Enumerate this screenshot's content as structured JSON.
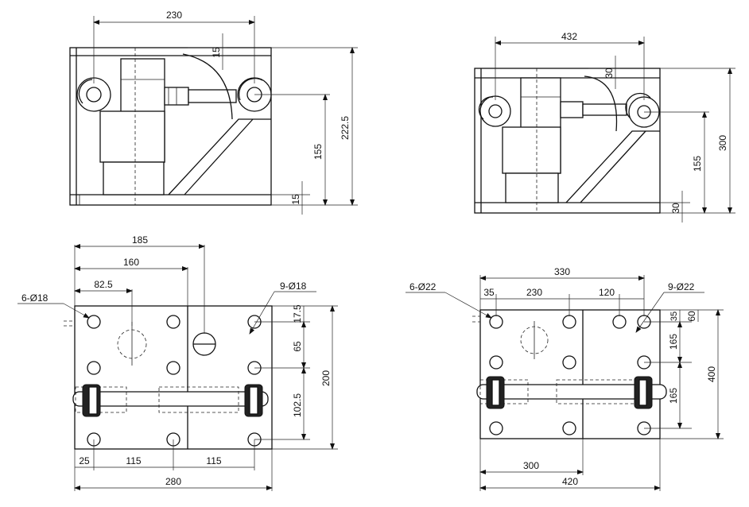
{
  "views": {
    "tl": {
      "d230": "230",
      "d15a": "15",
      "d155": "155",
      "d2225": "222.5",
      "d15b": "15"
    },
    "tr": {
      "d432": "432",
      "d30a": "30",
      "d155": "155",
      "d300": "300",
      "d30b": "30"
    },
    "bl": {
      "d185": "185",
      "d160": "160",
      "d825": "82.5",
      "hole6": "6-Ø18",
      "hole9": "9-Ø18",
      "d175": "17.5",
      "d65": "65",
      "d1025": "102.5",
      "d200": "200",
      "d25": "25",
      "d115a": "115",
      "d115b": "115",
      "d280": "280"
    },
    "br": {
      "d330": "330",
      "d35a": "35",
      "d230": "230",
      "d120": "120",
      "hole6": "6-Ø22",
      "hole9": "9-Ø22",
      "d35b": "35",
      "d60": "60",
      "d165a": "165",
      "d165b": "165",
      "d400": "400",
      "d300": "300",
      "d420": "420"
    }
  }
}
